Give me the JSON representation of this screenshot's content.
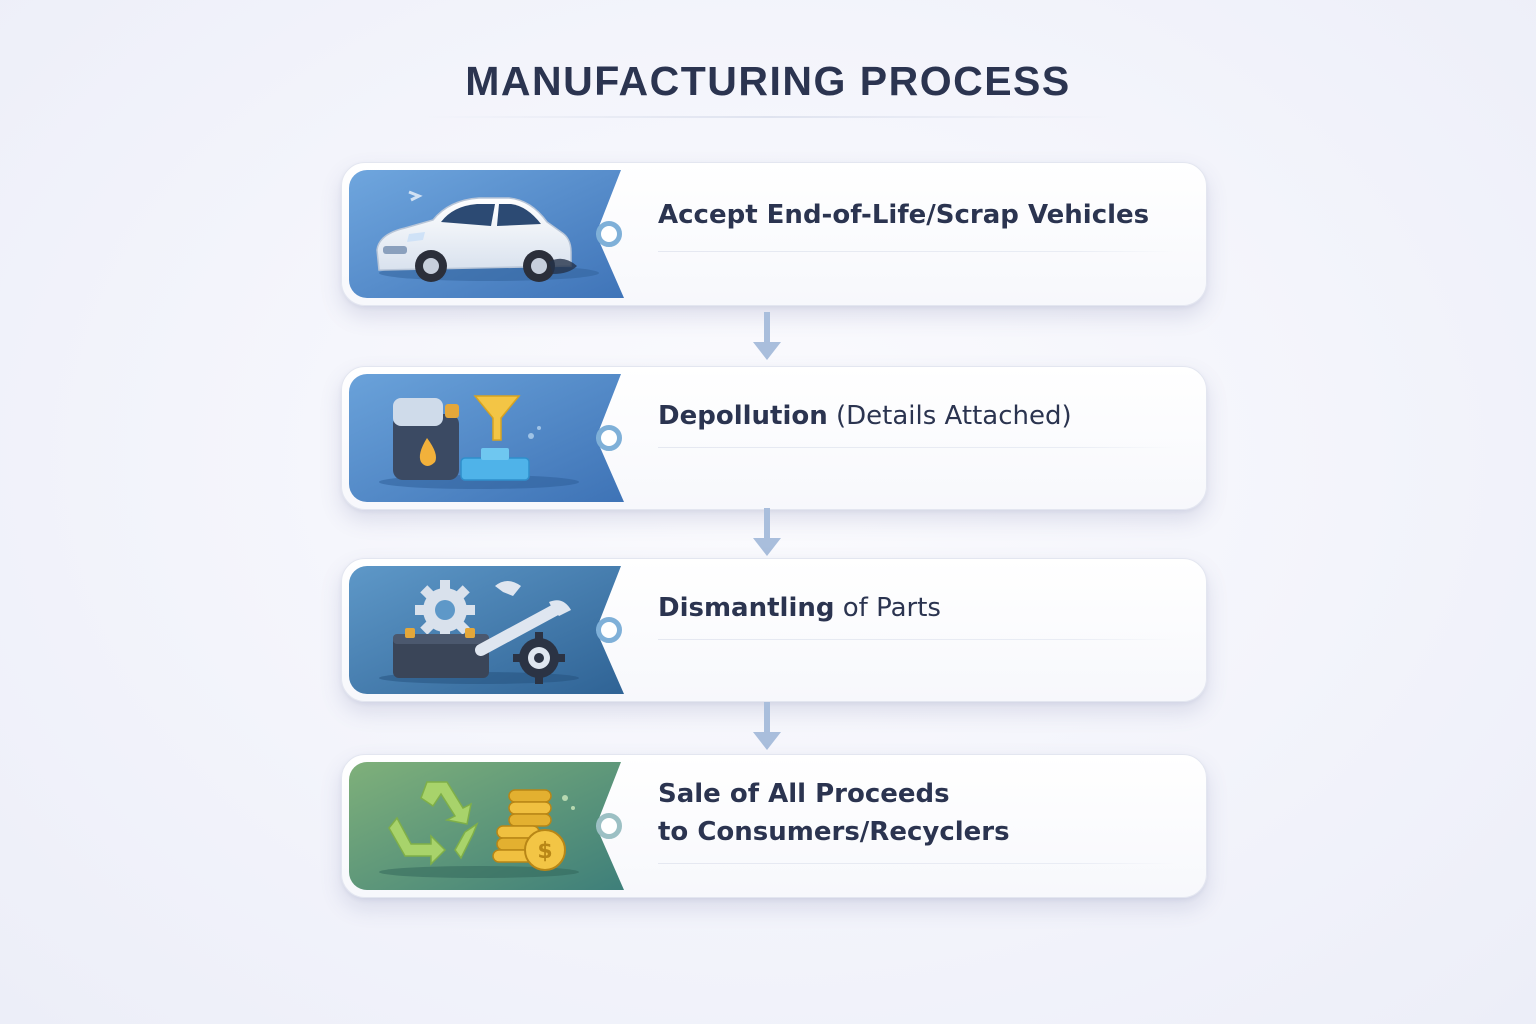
{
  "title": "MANUFACTURING PROCESS",
  "steps": [
    {
      "bold": "Accept End-of-Life/Scrap Vehicles",
      "light": "",
      "icon": "car-icon"
    },
    {
      "bold": "Depollution",
      "light": " (Details Attached)",
      "icon": "fluid-drain-icon"
    },
    {
      "bold": "Dismantling",
      "light": " of Parts",
      "icon": "tools-gears-icon"
    },
    {
      "line1": "Sale of All Proceeds",
      "line2": "to Consumers/Recyclers",
      "icon": "recycle-coins-icon"
    }
  ],
  "colors": {
    "title": "#2b3450",
    "panel_blue": "#4f86c6",
    "panel_teal": "#3a77a6",
    "panel_green": "#5f9a73",
    "arrow": "#9fb6d6"
  }
}
